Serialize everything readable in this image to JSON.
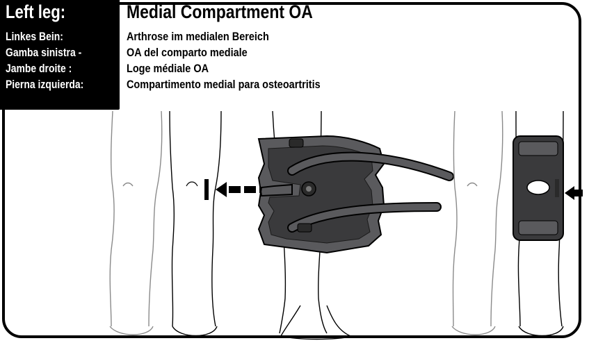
{
  "labels": {
    "en": "Left leg:",
    "de": "Linkes Bein:",
    "it": "Gamba sinistra -",
    "fr": "Jambe droite :",
    "es": "Pierna izquierda:"
  },
  "texts": {
    "en": "Medial Compartment OA",
    "de": "Arthrose im medialen Bereich",
    "it": "OA del comparto mediale",
    "fr": "Loge médiale OA",
    "es": "Compartimento medial para osteoartritis"
  },
  "colors": {
    "brace_dark": "#3a3a3c",
    "brace_mid": "#5a5a5d",
    "line": "#8a8a8a",
    "ink": "#000000"
  },
  "icons": [
    "left-arrow-icon",
    "dashed-arrow-icon",
    "brace-hinge-icon"
  ]
}
